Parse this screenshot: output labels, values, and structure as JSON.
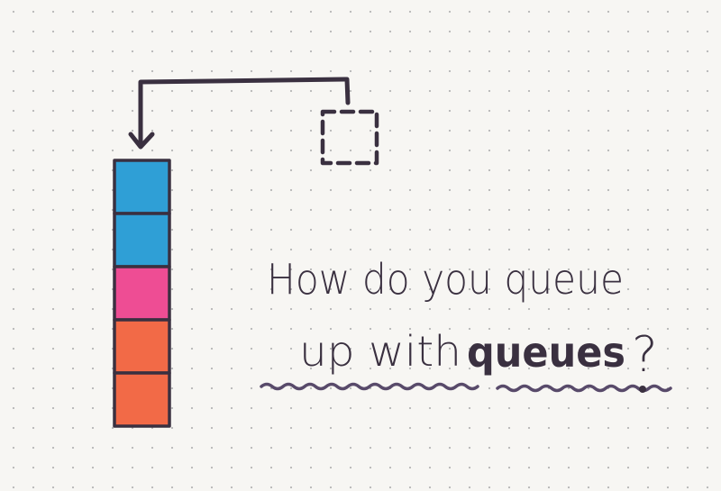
{
  "caption": {
    "line1": "How do you queue",
    "line2_prefix": "up with",
    "line2_emphasis": "queues",
    "line2_suffix": "?"
  },
  "queue": {
    "blocks": [
      {
        "color": "#2f9fd6"
      },
      {
        "color": "#2f9fd6"
      },
      {
        "color": "#ee4d94"
      },
      {
        "color": "#f26a47"
      },
      {
        "color": "#f26a47"
      }
    ],
    "incoming_slot": "empty"
  },
  "colors": {
    "ink": "#3a3040",
    "squiggle": "#584a6a",
    "background": "#f7f6f3",
    "dot_grid": "#b9b9b9"
  }
}
